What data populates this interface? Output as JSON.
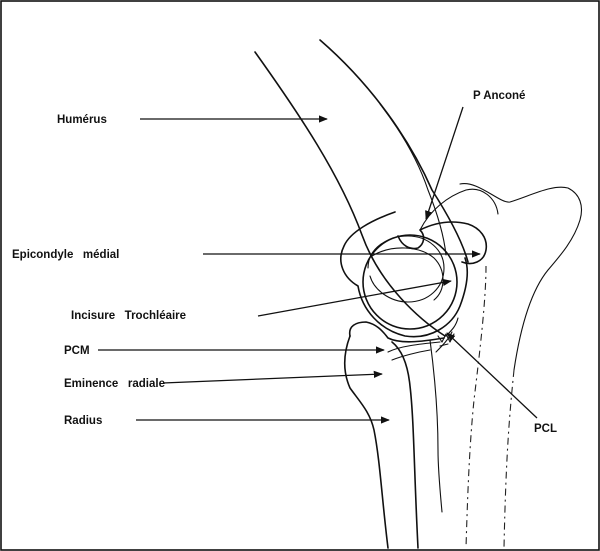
{
  "diagram": {
    "labels": {
      "humerus": "Humérus",
      "anconeal": "P Anconé",
      "epicondyle": "Epicondyle   médial",
      "trochlear": "Incisure   Trochléaire",
      "pcm": "PCM",
      "radial_eminence": "Eminence   radiale",
      "radius": "Radius",
      "pcl": "PCL"
    }
  }
}
